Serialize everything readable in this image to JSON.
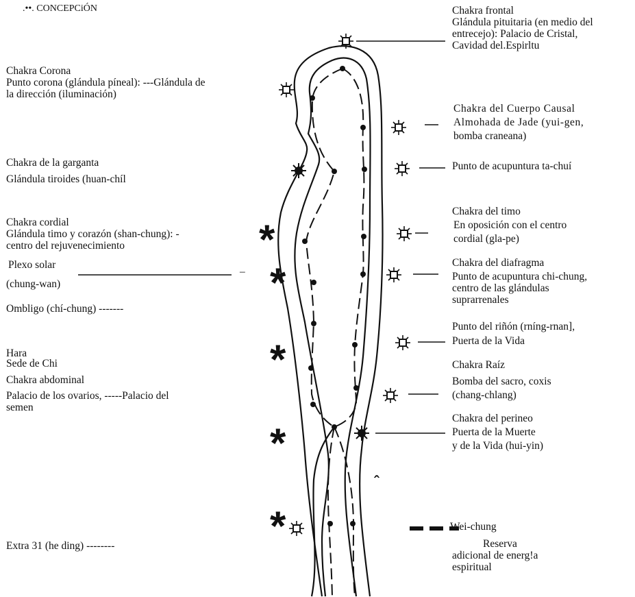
{
  "header": ".••. CONCEPCiÓN",
  "left_labels": {
    "corona": [
      "Chakra Corona",
      "Punto corona (glándula píneal): ---Glándula de",
      "la dirección (iluminación)"
    ],
    "garganta": [
      "Chakra de la garganta",
      "Glándula tiroides (huan-chíl"
    ],
    "cordial": [
      "Chakra cordial",
      "Glándula timo y corazón (shan-chung): -",
      "centro del rejuvenecimiento"
    ],
    "plexo": [
      "Plexo solar",
      "(chung-wan)"
    ],
    "plexo_dash": "–",
    "ombligo": "Ombligo (chí-chung) -------",
    "hara": [
      "Hara",
      "Sede de Chi",
      "Chakra abdominal",
      "Palacio de los ovarios, -----Palacio del",
      "semen"
    ],
    "extra31": "Extra 31 (he ding) --------"
  },
  "right_labels": {
    "frontal": [
      "Chakra frontal",
      "Glándula pituitaria (en medio del",
      "entrecejo): Palacio de Cristal,",
      "Cavidad del.Espirltu"
    ],
    "causal": [
      "Chakra del Cuerpo Causal",
      "Almohada de Jade (yui-gen,",
      "bomba craneana)"
    ],
    "tachui": "Punto de acupuntura ta-chuí",
    "timo": [
      "Chakra del timo",
      "En oposición con el centro",
      "cordial (gla-pe)"
    ],
    "diafragma": [
      "Chakra del diafragma",
      "Punto de acupuntura chi-chung,",
      "centro de las glándulas",
      "suprarrenales"
    ],
    "rinon": [
      "Punto del riñón (rníng-rnan],",
      "Puerta de la Vida"
    ],
    "raiz": [
      "Chakra Raíz",
      "Bomba del sacro, coxis",
      "(chang-chlang)"
    ],
    "perineo": [
      "Chakra del perineo",
      "Puerta de la Muerte",
      "y de la Vida (hui-yin)"
    ],
    "weichung": "Wei-chung",
    "reserva": [
      "Reserva",
      "adicional de energ!a",
      "espiritual"
    ]
  },
  "stars": [
    "*",
    "*",
    "*",
    "*",
    "*"
  ],
  "colors": {
    "ink": "#111111",
    "background": "#ffffff"
  }
}
